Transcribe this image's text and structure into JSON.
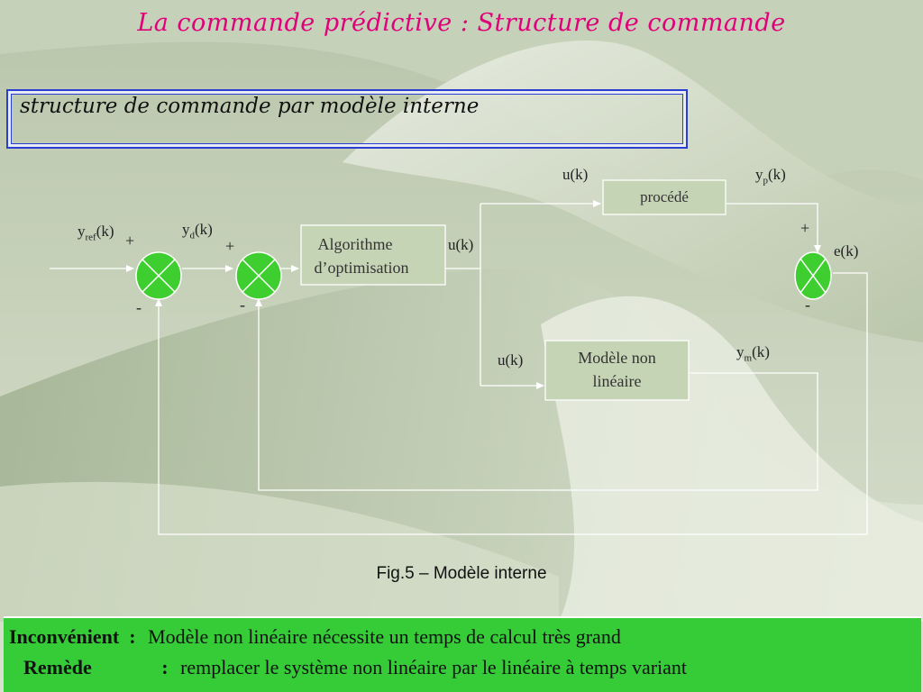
{
  "title": "La commande prédictive : Structure de commande",
  "subtitle": "structure de commande par modèle interne",
  "diagram": {
    "blocks": {
      "algorithm": [
        "Algorithme",
        "d’optimisation"
      ],
      "process": "procédé",
      "model": [
        "Modèle non",
        "linéaire"
      ]
    },
    "labels": {
      "yref_main": "y",
      "yref_sub": "ref",
      "yref_tail": "(k)",
      "yd_main": "y",
      "yd_sub": "d",
      "yd_tail": "(k)",
      "yp_main": "y",
      "yp_sub": "p",
      "yp_tail": "(k)",
      "ym_main": "y",
      "ym_sub": "m",
      "ym_tail": "(k)",
      "u_algo": "u(k)",
      "u_top": "u(k)",
      "u_bottom": "u(k)",
      "e": "e(k)",
      "plus1": "+",
      "minus1": "-",
      "plus2": "+",
      "minus2": "-",
      "plus3": "+",
      "minus3": "-"
    }
  },
  "caption": "Fig.5 – Modèle interne",
  "bottom": {
    "row1_head": "Inconvénient  :",
    "row1_text": "Modèle non linéaire nécessite un temps de calcul très grand",
    "row2_head": "Remède",
    "row2_colon": ":",
    "row2_text": "remplacer  le système non linéaire par le linéaire à temps variant"
  },
  "colors": {
    "title": "#e0007a",
    "summer": "#3fce2f",
    "bottom_bar": "#35cc38",
    "subtitle_border": "#2a3fd0"
  }
}
